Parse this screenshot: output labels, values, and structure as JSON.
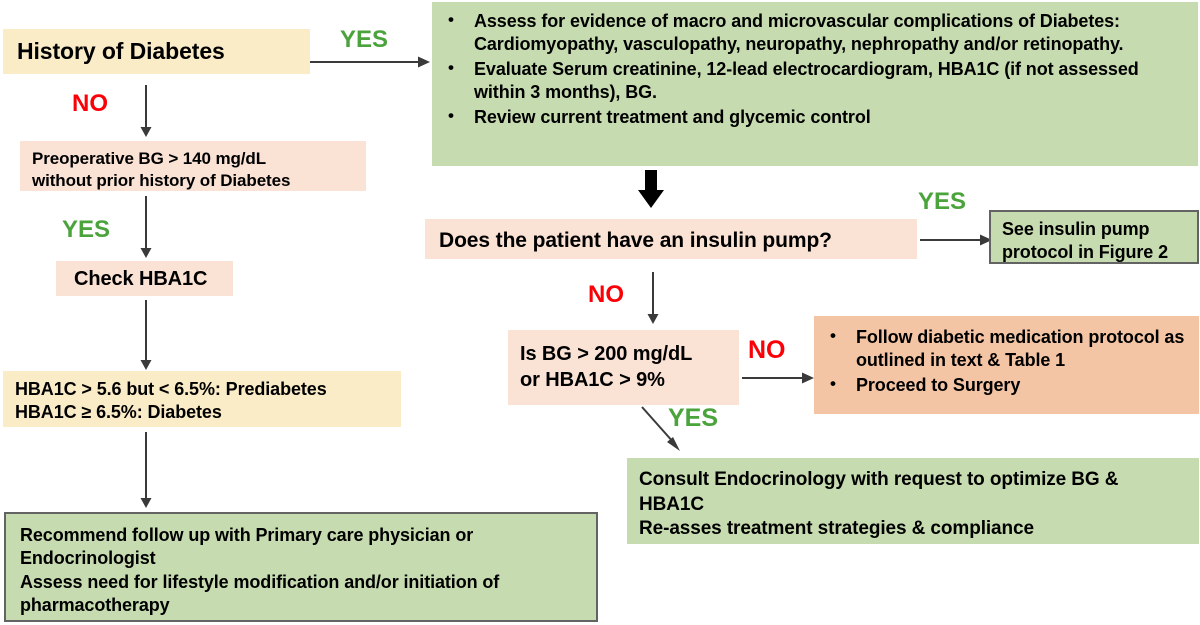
{
  "figure": {
    "title": "Preoperative Diabetes Management Flowchart",
    "colors": {
      "yellow": "#fbecc8",
      "pink": "#fae2d5",
      "orange": "#f4c5a4",
      "green": "#c6dcb0",
      "yes": "#4ba33c",
      "no": "#fb0007",
      "arrow": "#3a3a3a",
      "border": "#636363"
    }
  },
  "nodes": {
    "history_of_diabetes": {
      "text": "History of Diabetes"
    },
    "preop_bg": {
      "line1": "Preoperative BG > 140 mg/dL",
      "line2": "without prior history of Diabetes"
    },
    "check_hba1c": {
      "text": "Check HBA1C"
    },
    "hba1c_result": {
      "line1": "HBA1C > 5.6 but < 6.5%: Prediabetes",
      "line2": "HBA1C ≥ 6.5%: Diabetes"
    },
    "recommend_followup": {
      "line1": "Recommend follow up with Primary care physician or",
      "line2": "Endocrinologist",
      "line3": "Assess need for lifestyle modification and/or initiation of",
      "line4": "pharmacotherapy"
    },
    "assess_complications": {
      "bullets": [
        "Assess for evidence of macro and microvascular complications of Diabetes:  Cardiomyopathy,  vasculopathy, neuropathy, nephropathy and/or retinopathy.",
        "Evaluate Serum creatinine, 12-lead electrocardiogram, HBA1C (if not assessed within  3 months), BG.",
        "Review current treatment and glycemic control"
      ]
    },
    "insulin_pump_question": {
      "text": "Does the patient have an insulin pump?"
    },
    "insulin_pump_protocol": {
      "line1": "See insulin pump",
      "line2": "protocol in Figure 2"
    },
    "bg_hba1c_question": {
      "line1": "Is BG > 200 mg/dL",
      "line2": "or HBA1C > 9%"
    },
    "diabetic_medication": {
      "bullets": [
        "Follow diabetic medication protocol as outlined in text & Table 1",
        "Proceed to Surgery"
      ]
    },
    "consult_endocrinology": {
      "line1": "Consult Endocrinology with request to optimize BG &",
      "line2": "HBA1C",
      "line3": "Re-asses treatment strategies & compliance"
    }
  },
  "edge_labels": {
    "history_yes": "YES",
    "history_no": "NO",
    "preop_yes": "YES",
    "pump_yes": "YES",
    "pump_no": "NO",
    "bg_no": "NO",
    "bg_yes": "YES"
  }
}
